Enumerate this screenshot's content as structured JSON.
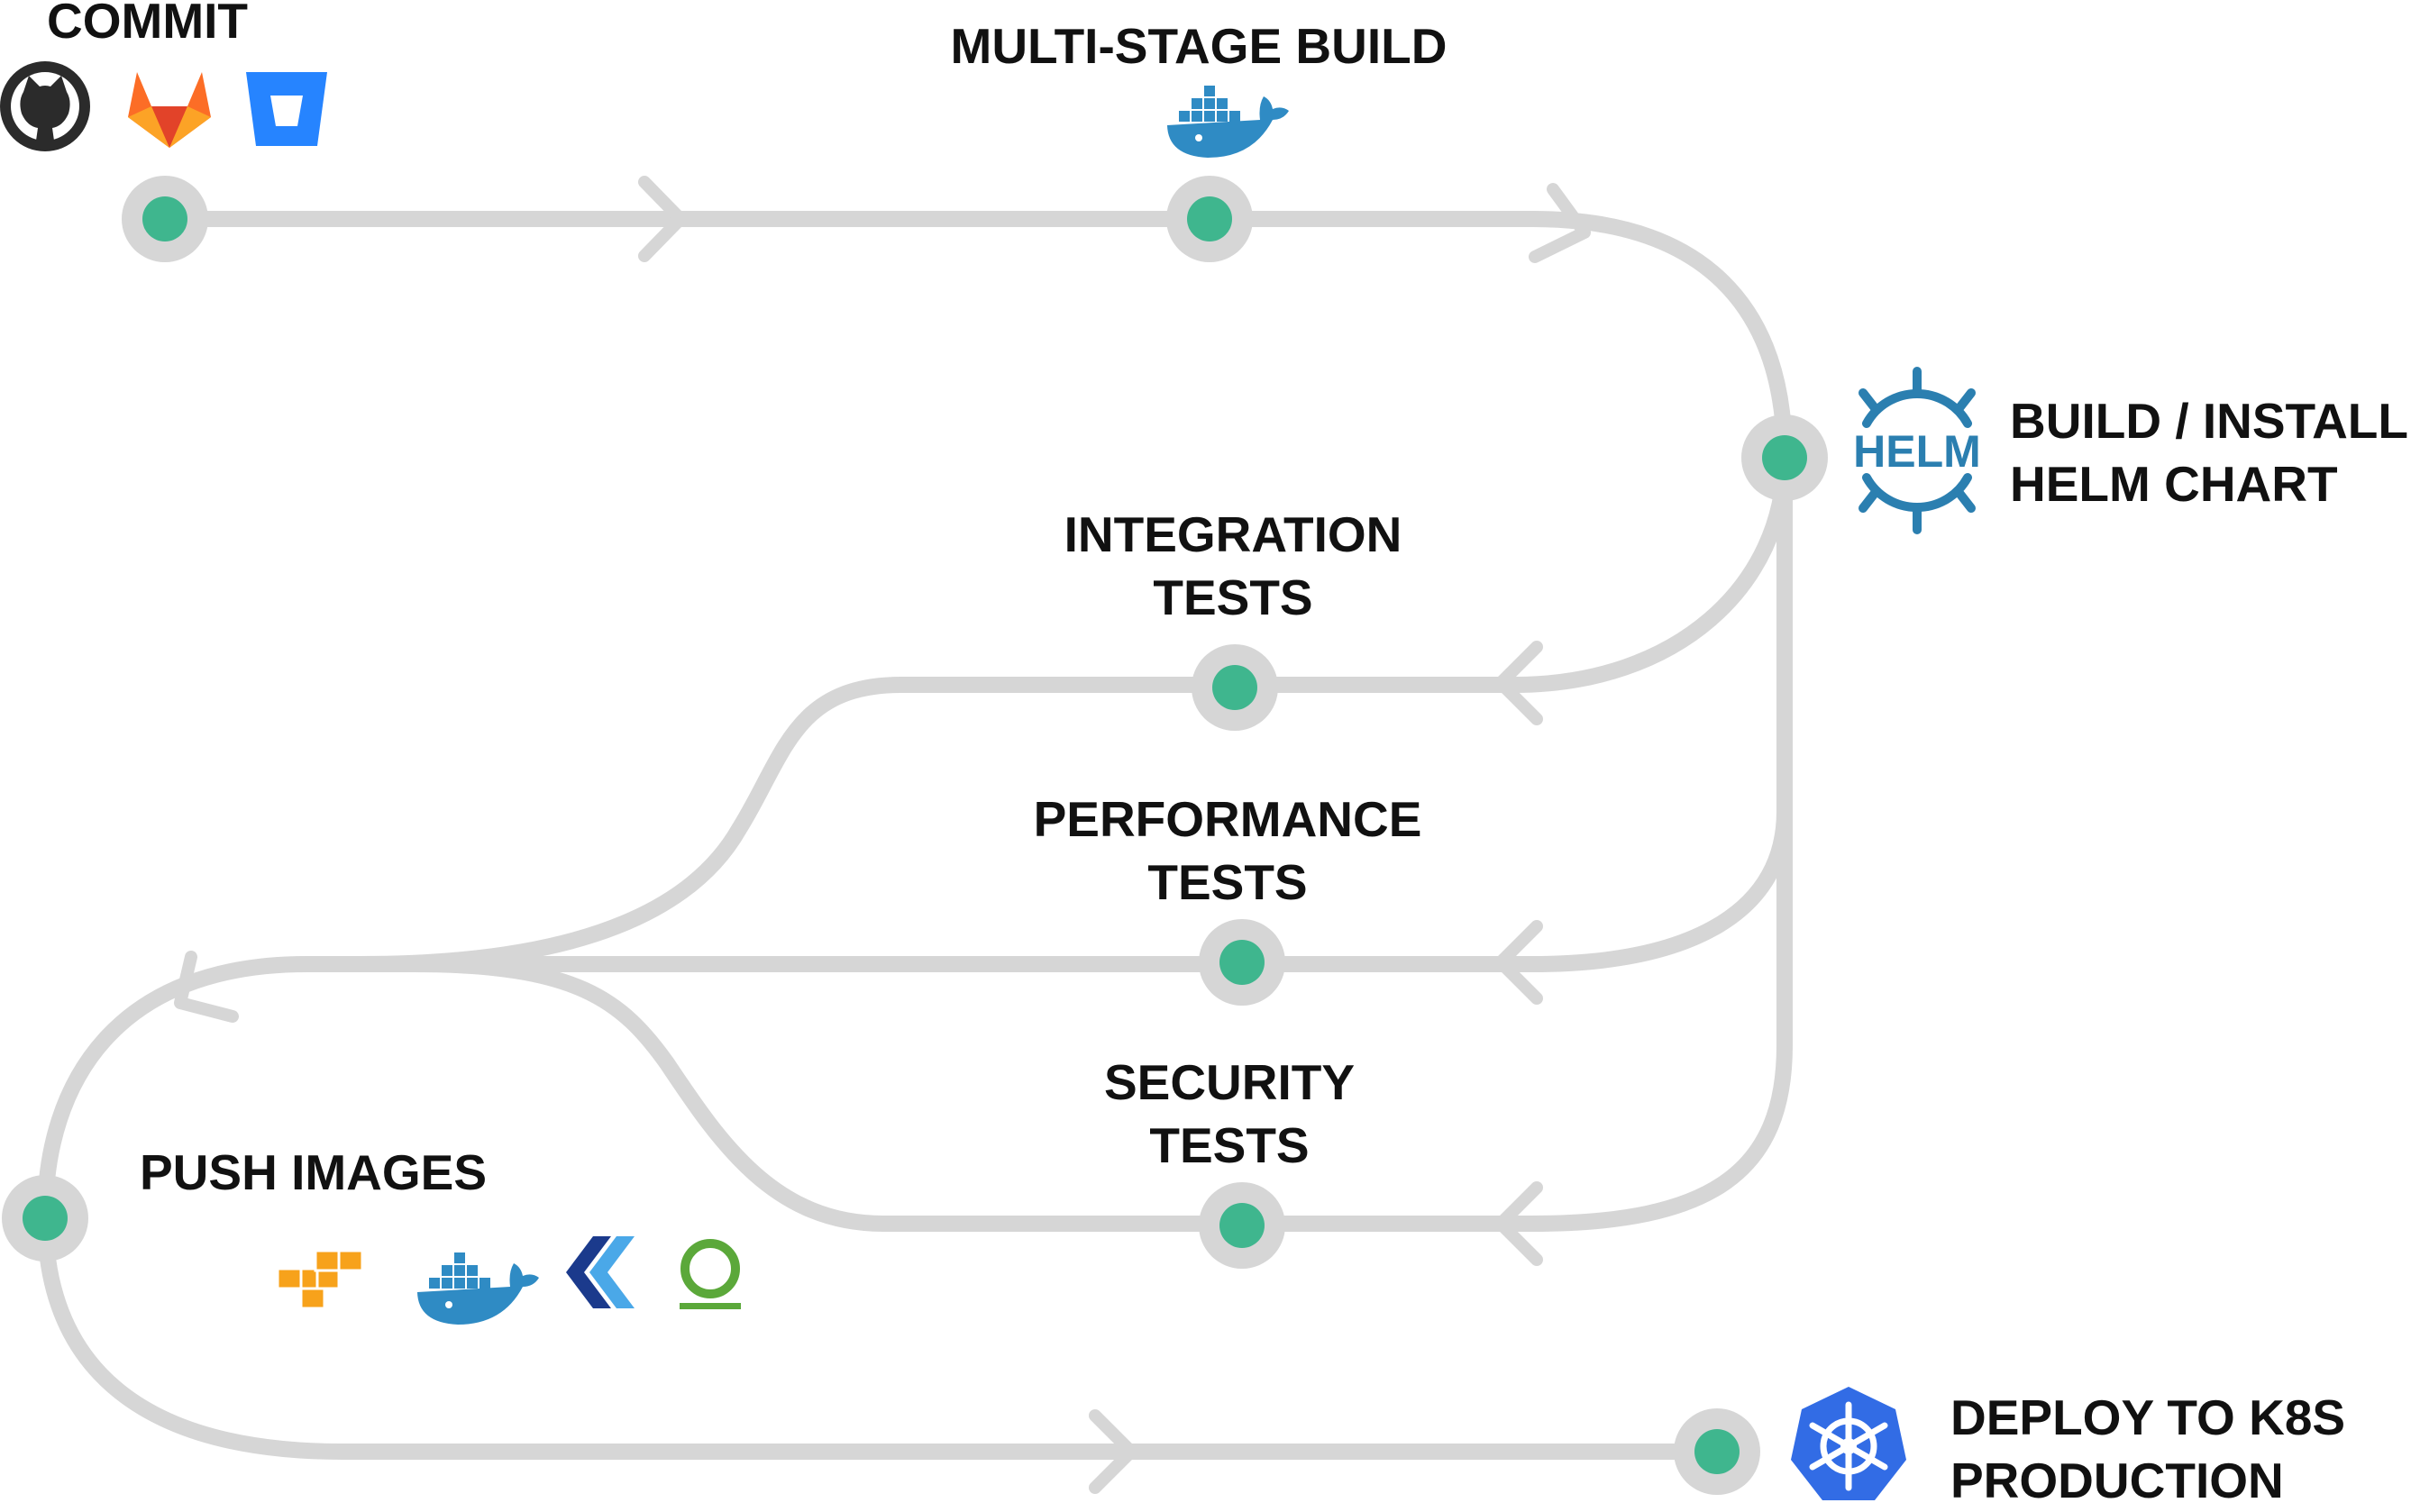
{
  "colors": {
    "track": "#d6d6d6",
    "node_ring": "#d6d6d6",
    "node_dot": "#3fb68e",
    "text": "#111111",
    "docker": "#2f8bc4",
    "helm": "#2b7fb0",
    "kubernetes": "#326ce5",
    "gitlab": "#fc6d26",
    "bitbucket": "#2684ff",
    "github": "#2b2b2b",
    "aws": "#f7a21b",
    "harbor_green": "#5ba83a"
  },
  "stages": {
    "commit": {
      "lines": [
        "COMMIT"
      ],
      "icons": [
        "github-icon",
        "gitlab-icon",
        "bitbucket-icon"
      ]
    },
    "build": {
      "lines": [
        "MULTI-STAGE BUILD"
      ],
      "icons": [
        "docker-icon"
      ]
    },
    "helm": {
      "lines": [
        "BUILD / INSTALL",
        "HELM CHART"
      ],
      "icons": [
        "helm-icon"
      ],
      "logo_text": "HELM"
    },
    "integration": {
      "lines": [
        "INTEGRATION",
        "TESTS"
      ]
    },
    "performance": {
      "lines": [
        "PERFORMANCE",
        "TESTS"
      ]
    },
    "security": {
      "lines": [
        "SECURITY",
        "TESTS"
      ]
    },
    "push": {
      "lines": [
        "PUSH IMAGES"
      ],
      "icons": [
        "aws-ecr-icon",
        "docker-icon",
        "kubernetes-registry-icon",
        "green-ring-registry-icon"
      ]
    },
    "deploy": {
      "lines": [
        "DEPLOY TO K8S",
        "PRODUCTION"
      ],
      "icons": [
        "kubernetes-icon"
      ]
    }
  }
}
